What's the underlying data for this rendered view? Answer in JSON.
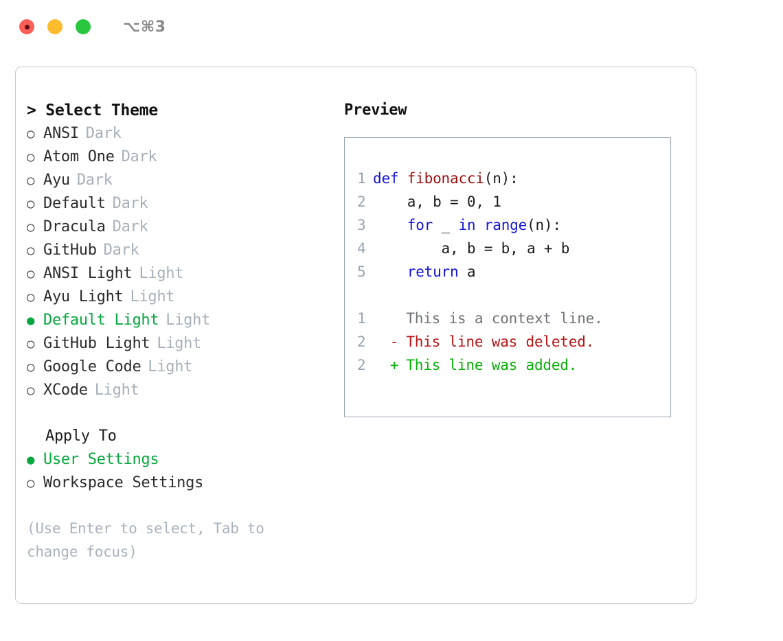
{
  "window": {
    "shortcut": "⌥⌘3",
    "traffic_lights": [
      {
        "name": "close-button",
        "color": "#fc5f57"
      },
      {
        "name": "minimize-button",
        "color": "#fdbc2e"
      },
      {
        "name": "maximize-button",
        "color": "#28c73f"
      }
    ]
  },
  "theme_picker": {
    "title": "> Select Theme",
    "selected_marker": "●",
    "unselected_marker": "○",
    "accent_color": "#05a83e",
    "items": [
      {
        "marker": "○",
        "name": "ANSI",
        "category": "Dark",
        "selected": false
      },
      {
        "marker": "○",
        "name": "Atom One",
        "category": "Dark",
        "selected": false
      },
      {
        "marker": "○",
        "name": "Ayu",
        "category": "Dark",
        "selected": false
      },
      {
        "marker": "○",
        "name": "Default",
        "category": "Dark",
        "selected": false
      },
      {
        "marker": "○",
        "name": "Dracula",
        "category": "Dark",
        "selected": false
      },
      {
        "marker": "○",
        "name": "GitHub",
        "category": "Dark",
        "selected": false
      },
      {
        "marker": "○",
        "name": "ANSI Light",
        "category": "Light",
        "selected": false
      },
      {
        "marker": "○",
        "name": "Ayu Light",
        "category": "Light",
        "selected": false
      },
      {
        "marker": "●",
        "name": "Default Light",
        "category": "Light",
        "selected": true
      },
      {
        "marker": "○",
        "name": "GitHub Light",
        "category": "Light",
        "selected": false
      },
      {
        "marker": "○",
        "name": "Google Code",
        "category": "Light",
        "selected": false
      },
      {
        "marker": "○",
        "name": "XCode",
        "category": "Light",
        "selected": false
      }
    ]
  },
  "apply_to": {
    "title": "Apply To",
    "items": [
      {
        "marker": "●",
        "label": "User Settings",
        "selected": true
      },
      {
        "marker": "○",
        "label": "Workspace Settings",
        "selected": false
      }
    ]
  },
  "hint": "(Use Enter to select, Tab to change focus)",
  "preview": {
    "title": "Preview",
    "code_lines": [
      {
        "num": "1",
        "tokens": [
          {
            "text": "def ",
            "style": "kw"
          },
          {
            "text": "fibonacci",
            "style": "fn"
          },
          {
            "text": "(n):",
            "style": "plain"
          }
        ]
      },
      {
        "num": "2",
        "tokens": [
          {
            "text": "    a, b = 0, 1",
            "style": "plain"
          }
        ]
      },
      {
        "num": "3",
        "tokens": [
          {
            "text": "    ",
            "style": "plain"
          },
          {
            "text": "for",
            "style": "kw"
          },
          {
            "text": " _ ",
            "style": "plain"
          },
          {
            "text": "in",
            "style": "kw"
          },
          {
            "text": " ",
            "style": "plain"
          },
          {
            "text": "range",
            "style": "kw"
          },
          {
            "text": "(n):",
            "style": "plain"
          }
        ]
      },
      {
        "num": "4",
        "tokens": [
          {
            "text": "        a, b = b, a + b",
            "style": "plain"
          }
        ]
      },
      {
        "num": "5",
        "tokens": [
          {
            "text": "    ",
            "style": "plain"
          },
          {
            "text": "return",
            "style": "kw"
          },
          {
            "text": " a",
            "style": "plain"
          }
        ]
      }
    ],
    "diff_lines": [
      {
        "num": "1",
        "marker": " ",
        "text": " This is a context line.",
        "kind": "context"
      },
      {
        "num": "2",
        "marker": "-",
        "text": " This line was deleted.",
        "kind": "deleted"
      },
      {
        "num": "2",
        "marker": "+",
        "text": " This line was added.",
        "kind": "added"
      }
    ]
  }
}
